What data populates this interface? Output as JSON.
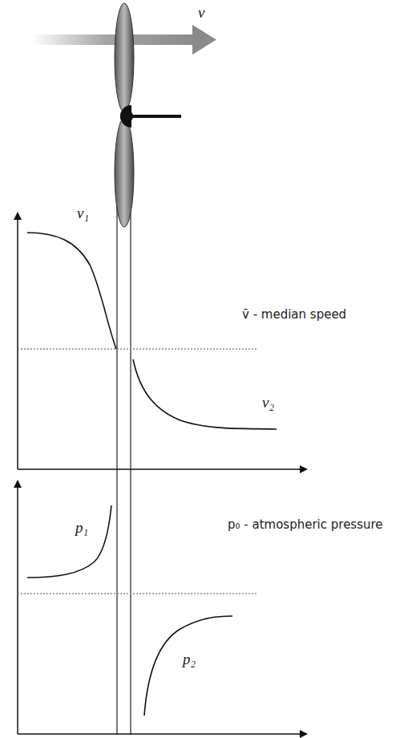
{
  "diagram": {
    "labels": [
      "v",
      "v₁",
      "v̄ - median speed",
      "v₂",
      "p₁",
      "p₀ - atmospheric pressure",
      "p₂"
    ]
  }
}
